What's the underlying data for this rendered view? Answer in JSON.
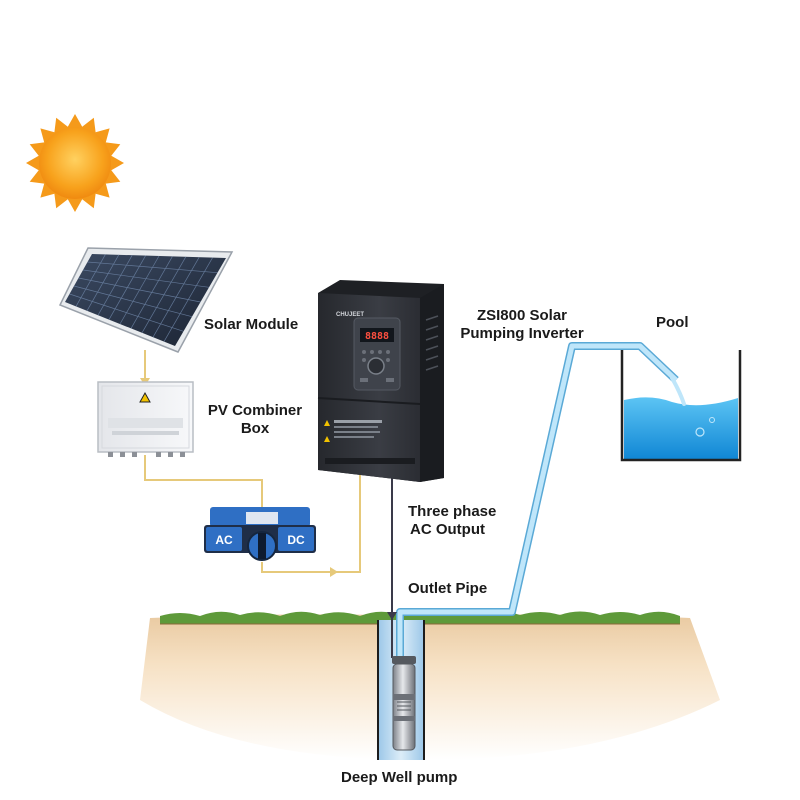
{
  "labels": {
    "solar_module": "Solar Module",
    "pv_combiner_box": {
      "line1": "PV Combiner",
      "line2": "Box"
    },
    "inverter": {
      "line1": "ZSI800 Solar",
      "line2": "Pumping Inverter"
    },
    "pool": "Pool",
    "ac_output": {
      "line1": "Three phase",
      "line2": "AC Output"
    },
    "outlet_pipe": "Outlet Pipe",
    "deep_well_pump": "Deep Well pump"
  },
  "device_text": {
    "inverter_brand": "CHUJEET",
    "inverter_display": "8888",
    "switch_ac": "AC",
    "switch_dc": "DC"
  },
  "colors": {
    "sun": "#f59a1a",
    "sun_core": "#ffb92e",
    "wire": "#e6c97a",
    "pipe": "#9fd3ee",
    "pipe_edge": "#5aa9d6",
    "cable": "#3a3a4a",
    "water": "#2aa6e8",
    "soil": "#f4dcb8",
    "grass": "#5e9a3a",
    "inverter_body": "#2e3036",
    "switch_blue": "#2f6fc4"
  },
  "icons": {
    "sun": "sun-icon",
    "warning": "warning-triangle-icon"
  }
}
